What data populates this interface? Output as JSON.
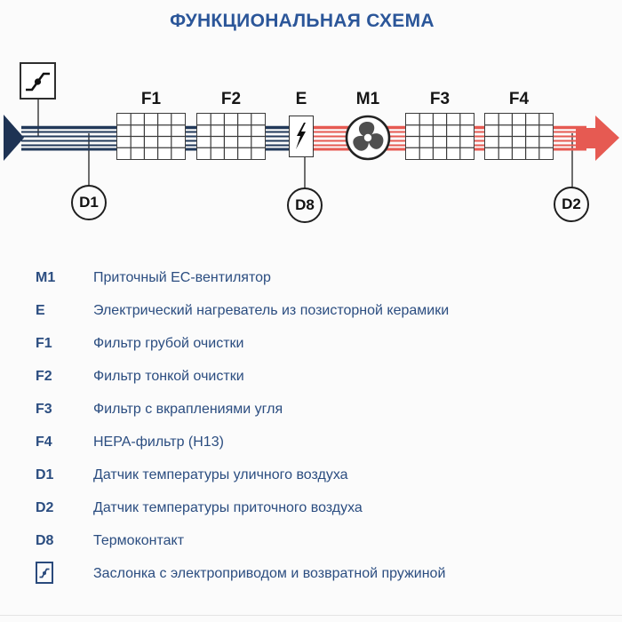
{
  "title": "ФУНКЦИОНАЛЬНАЯ СХЕМА",
  "colors": {
    "title_blue": "#2b5699",
    "legend_text_blue": "#2b4d80",
    "stream_inlet_navy": "#22395a",
    "stream_outlet_red": "#e65a52",
    "component_outline": "#3c3c3c",
    "fan_blade_gray": "#4f4f4f"
  },
  "diagram": {
    "component_labels": {
      "f1": "F1",
      "f2": "F2",
      "e": "E",
      "m1": "M1",
      "f3": "F3",
      "f4": "F4"
    },
    "sensor_labels": {
      "d1": "D1",
      "d8": "D8",
      "d2": "D2"
    },
    "icons": [
      "inlet-arrow-icon",
      "damper-icon",
      "filter-grid-icon",
      "lightning-bolt-icon",
      "fan-icon",
      "outlet-arrow-icon"
    ]
  },
  "legend": {
    "items": [
      {
        "code": "M1",
        "desc": "Приточный ЕС-вентилятор"
      },
      {
        "code": "E",
        "desc": "Электрический нагреватель из позисторной керамики"
      },
      {
        "code": "F1",
        "desc": "Фильтр грубой очистки"
      },
      {
        "code": "F2",
        "desc": "Фильтр тонкой очистки"
      },
      {
        "code": "F3",
        "desc": "Фильтр с вкраплениями угля"
      },
      {
        "code": "F4",
        "desc": "HEPA-фильтр (H13)"
      },
      {
        "code": "D1",
        "desc": "Датчик температуры уличного воздуха"
      },
      {
        "code": "D2",
        "desc": "Датчик температуры приточного воздуха"
      },
      {
        "code": "D8",
        "desc": "Термоконтакт"
      },
      {
        "code": "",
        "icon": "damper-icon",
        "desc": "Заслонка с электроприводом и возвратной пружиной"
      }
    ]
  }
}
